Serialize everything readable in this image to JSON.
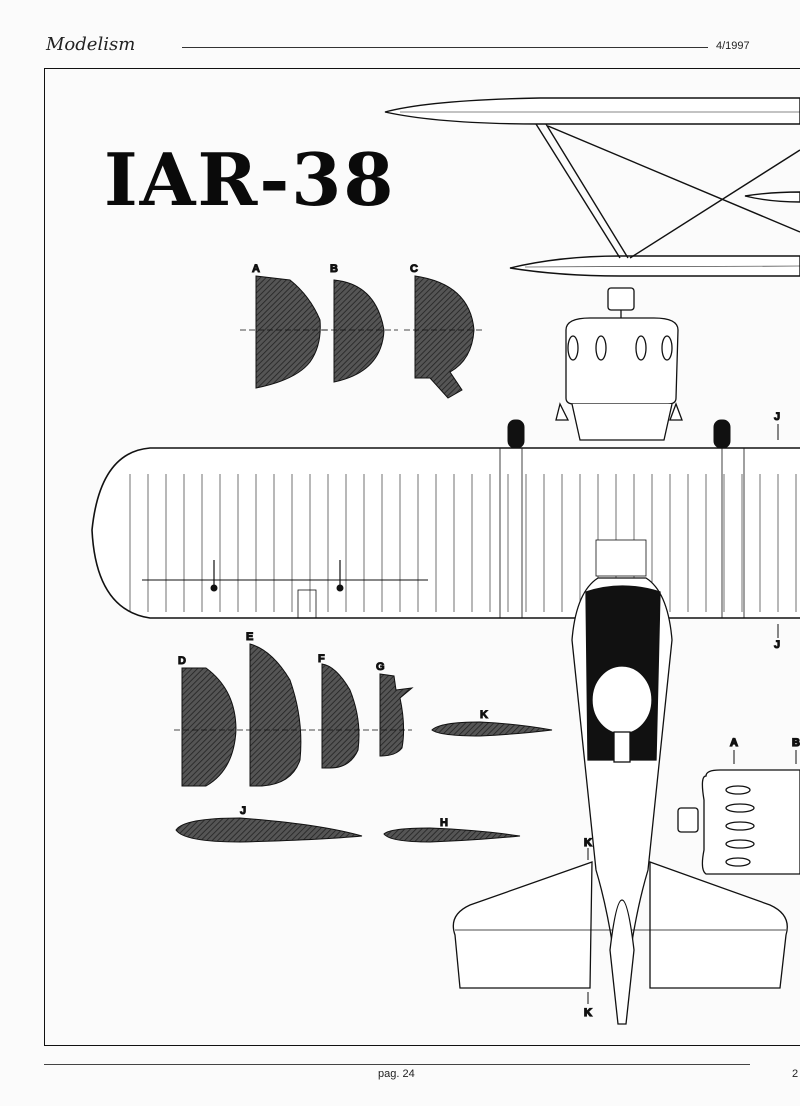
{
  "header": {
    "logo": "Modelism",
    "issue": "4/1997"
  },
  "title": "IAR-38",
  "section_labels": {
    "a": "A",
    "b": "B",
    "c": "C",
    "d": "D",
    "e": "E",
    "f": "F",
    "g": "G",
    "h": "H",
    "j": "J",
    "k": "K"
  },
  "footer": {
    "page": "pag. 24",
    "corner": "2"
  },
  "colors": {
    "ink": "#111111",
    "hatch": "#3a3a3a",
    "paper": "#fbfbfb"
  }
}
